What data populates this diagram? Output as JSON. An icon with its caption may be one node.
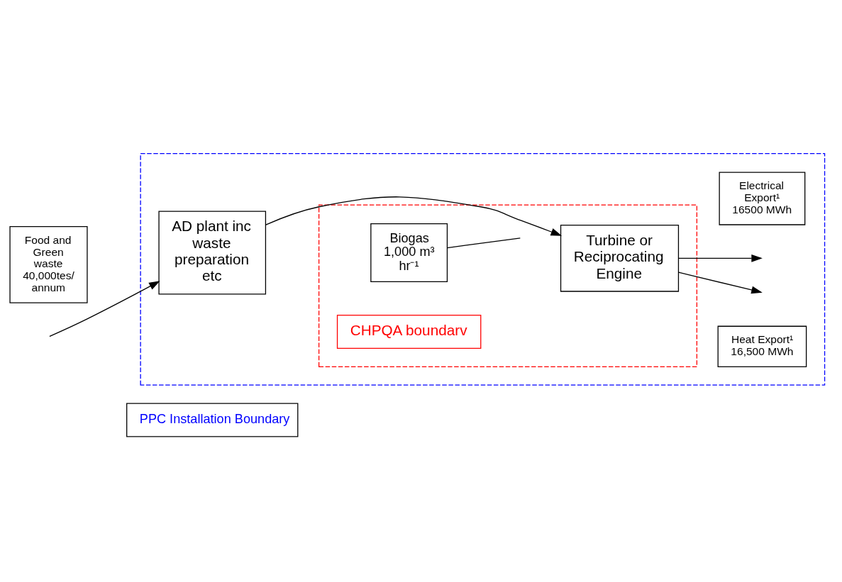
{
  "diagram": {
    "nodes": [
      {
        "text": [],
        "shape": "box"
      },
      {
        "text": [],
        "shape": "box",
        "in": 0
      },
      {
        "text": [
          "CHPQA boundarv"
        ],
        "in": 1
      },
      {
        "text": [
          "Food and Green waste 40,000tes/ annum"
        ]
      },
      {
        "text": [
          "AD plant inc waste preparation etc"
        ],
        "in": 0
      },
      {
        "text": [
          "Biogas 1,000 m³ hr⁻¹"
        ],
        "in": 1
      },
      {
        "text": [
          "Turbine or Reciprocating Engine"
        ],
        "in": 1
      },
      {
        "text": [
          "Heat Export¹ 16,500 MWh"
        ],
        "in": 0
      },
      {
        "text": [
          "Electrical Export¹ 16500 MWh"
        ],
        "in": 0
      },
      {
        "text": [
          "PPC Installation Boundary"
        ]
      }
    ],
    "edges": [
      {
        "from": null,
        "to": 4,
        "arrow": "to"
      },
      {
        "from": 4,
        "to": 6,
        "arrow": "to"
      },
      {
        "from": 5,
        "to": null,
        "arrow": "none"
      },
      {
        "from": 6,
        "to": null,
        "arrow": "to"
      },
      {
        "from": 6,
        "to": null,
        "arrow": "to"
      }
    ]
  }
}
